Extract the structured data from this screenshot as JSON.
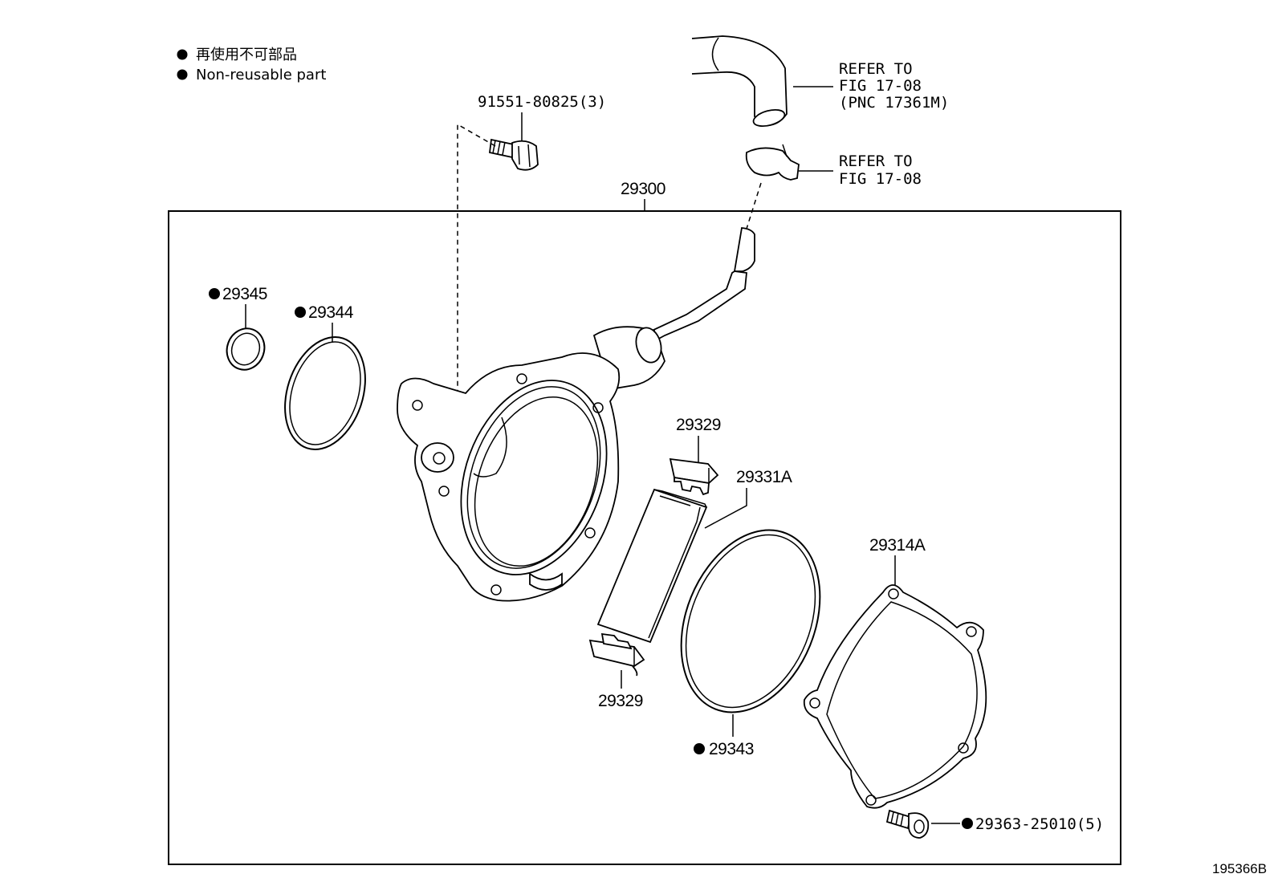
{
  "legend": [
    {
      "marker": "●",
      "text": "再使用不可部品"
    },
    {
      "marker": "●",
      "text": "Non-reusable part"
    }
  ],
  "assembly_label": "29300",
  "labels": {
    "bolt_top": "91551-80825(3)",
    "refer_hose_1": "REFER TO",
    "refer_hose_2": "FIG 17-08",
    "refer_hose_3": "(PNC 17361M)",
    "refer_clamp_1": "REFER TO",
    "refer_clamp_2": "FIG 17-08",
    "p29345": "29345",
    "p29344": "29344",
    "p29329_top": "29329",
    "p29331a": "29331A",
    "p29314a": "29314A",
    "p29329_bottom": "29329",
    "p29343": "29343",
    "p29363": "29363-25010(5)"
  },
  "illustration_id": "195366B"
}
